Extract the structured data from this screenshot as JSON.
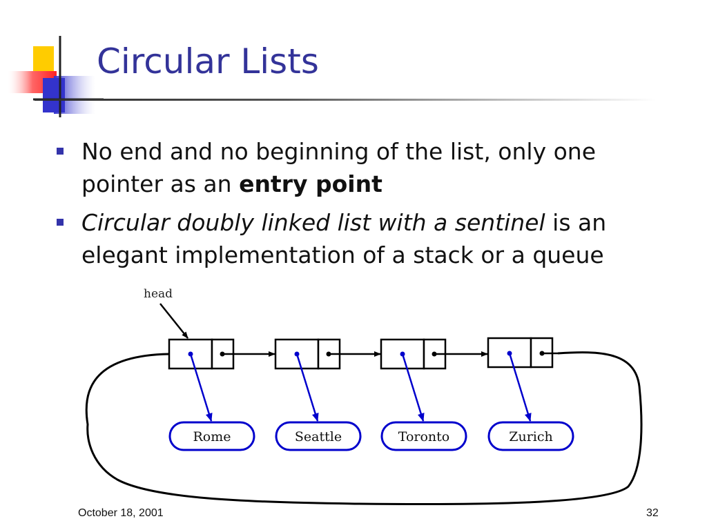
{
  "slide": {
    "title": "Circular Lists",
    "bullets": [
      {
        "plain": "No end and no beginning of the list, only one pointer as an ",
        "bold": "entry point"
      },
      {
        "italic": "Circular doubly linked list with a sentinel",
        "plain": " is an elegant implementation of a stack or a queue"
      }
    ],
    "footer": {
      "date": "October 18, 2001",
      "page": "32"
    }
  },
  "diagram": {
    "head_label": "head",
    "nodes": [
      "Rome",
      "Seattle",
      "Toronto",
      "Zurich"
    ]
  },
  "colors": {
    "title": "#333399",
    "bullet": "#3333aa",
    "pointer": "#0000cc",
    "element_stroke": "#0000cc",
    "structure": "#000000",
    "logo_yellow": "#ffcc00",
    "logo_red": "#ff3333",
    "logo_blue": "#3333cc"
  }
}
